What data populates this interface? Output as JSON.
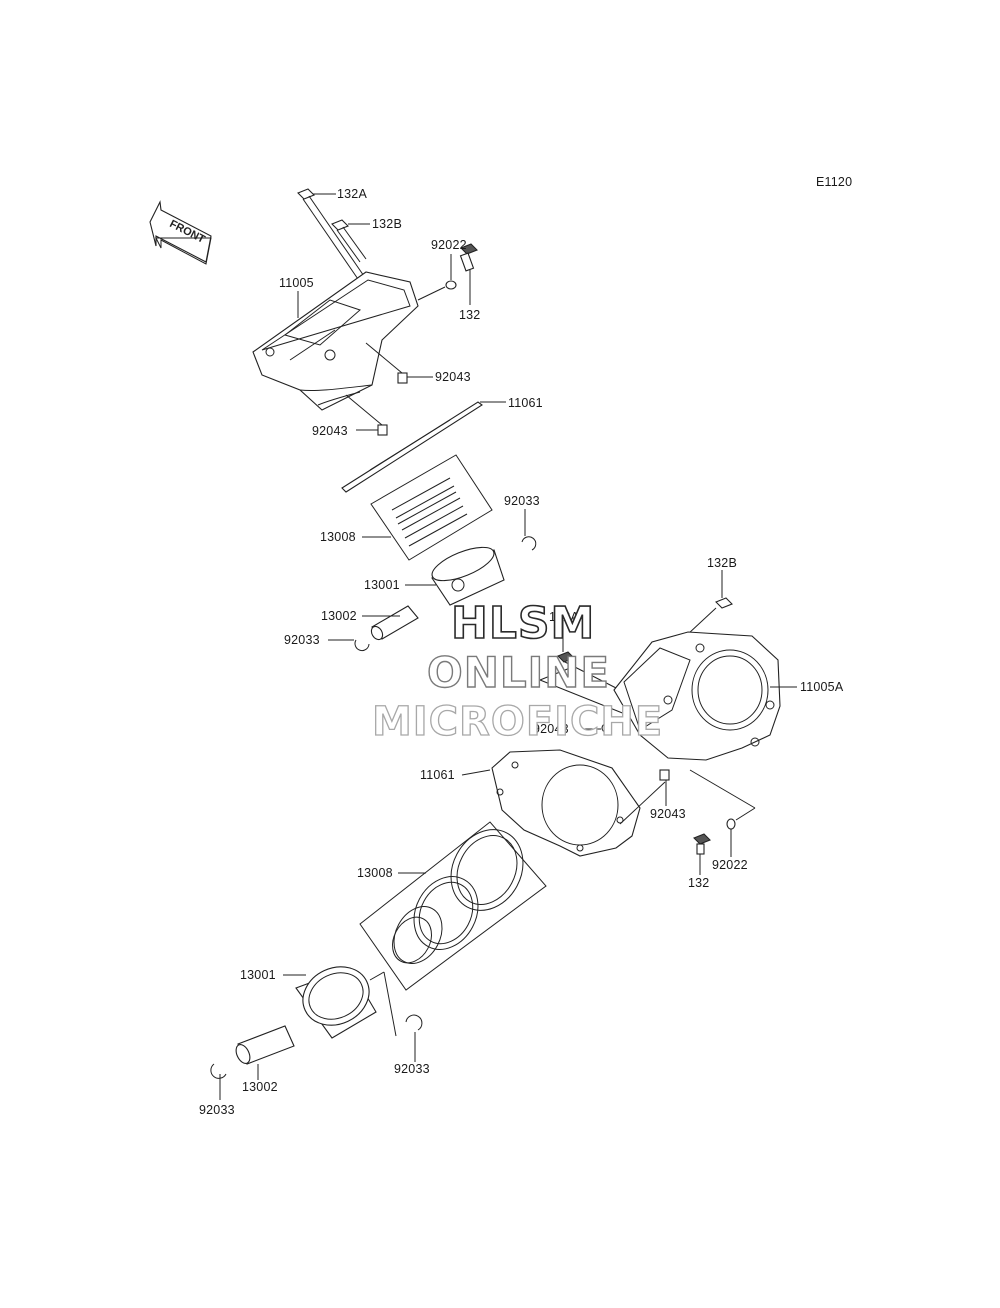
{
  "diagram": {
    "code": "E1120",
    "front_label": "FRONT"
  },
  "watermark": {
    "line1": "HLSM",
    "line2": "ONLINE",
    "line3": "MICROFICHE"
  },
  "callouts": [
    {
      "id": "c1",
      "text": "132A"
    },
    {
      "id": "c2",
      "text": "132B"
    },
    {
      "id": "c3",
      "text": "92022"
    },
    {
      "id": "c4",
      "text": "132"
    },
    {
      "id": "c5",
      "text": "11005"
    },
    {
      "id": "c6",
      "text": "92043"
    },
    {
      "id": "c7",
      "text": "11061"
    },
    {
      "id": "c8",
      "text": "92043"
    },
    {
      "id": "c9",
      "text": "92033"
    },
    {
      "id": "c10",
      "text": "13008"
    },
    {
      "id": "c11",
      "text": "13001"
    },
    {
      "id": "c12",
      "text": "13002"
    },
    {
      "id": "c13",
      "text": "92033"
    },
    {
      "id": "c14",
      "text": "132B"
    },
    {
      "id": "c15",
      "text": "132A"
    },
    {
      "id": "c16",
      "text": "11005A"
    },
    {
      "id": "c17",
      "text": "92043"
    },
    {
      "id": "c18",
      "text": "11061"
    },
    {
      "id": "c19",
      "text": "92043"
    },
    {
      "id": "c20",
      "text": "92022"
    },
    {
      "id": "c21",
      "text": "132"
    },
    {
      "id": "c22",
      "text": "13008"
    },
    {
      "id": "c23",
      "text": "13001"
    },
    {
      "id": "c24",
      "text": "92033"
    },
    {
      "id": "c25",
      "text": "13002"
    },
    {
      "id": "c26",
      "text": "92033"
    }
  ]
}
